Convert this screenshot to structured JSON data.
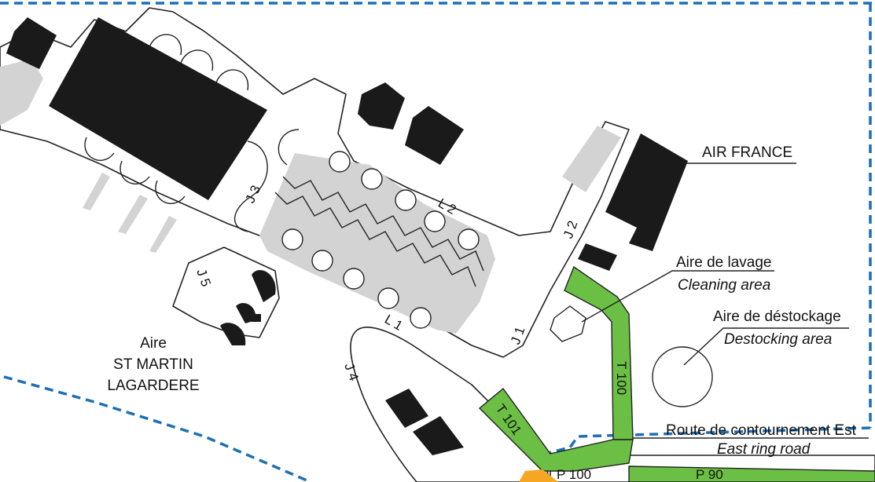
{
  "labels": {
    "air_france": "AIR FRANCE",
    "cleaning_fr": "Aire de lavage",
    "cleaning_en": "Cleaning area",
    "destocking_fr": "Aire de déstockage",
    "destocking_en": "Destocking area",
    "stmartin_line1": "Aire",
    "stmartin_line2": "ST MARTIN",
    "stmartin_line3": "LAGARDERE",
    "ringroad_fr": "Route de contournement Est",
    "ringroad_en": "East ring road"
  },
  "taxiways": {
    "j1": "J 1",
    "j2": "J 2",
    "j3": "J 3",
    "j4": "J 4",
    "j5": "J 5",
    "l1": "L 1",
    "l2": "L 2",
    "t100": "T 100",
    "t101": "T 101",
    "p100": "P 100",
    "p90": "P 90"
  },
  "colors": {
    "building": "#1a1a1a",
    "apron_grey": "#d3d3d3",
    "taxiway_green": "#6cbf45",
    "boundary_blue": "#1e6fb5",
    "outline": "#222222",
    "orange_zone": "#f5a623"
  }
}
